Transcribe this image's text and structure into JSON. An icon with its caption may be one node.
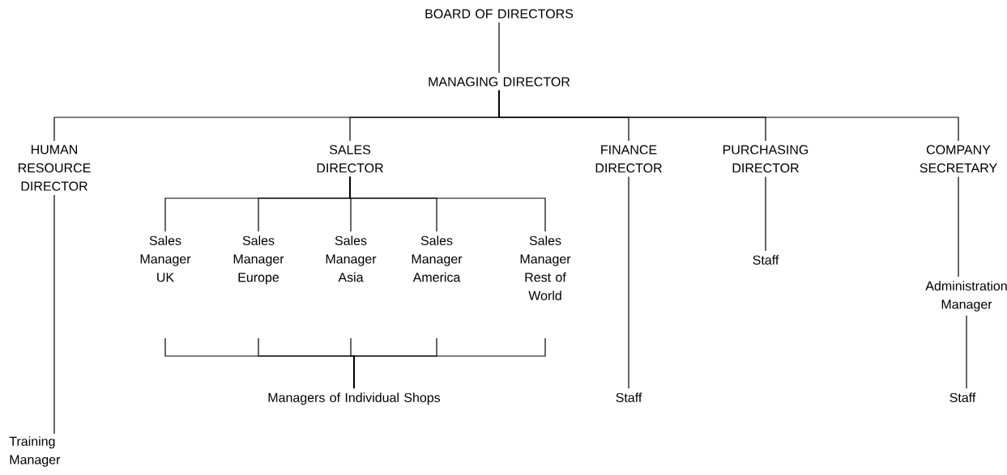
{
  "diagram": {
    "nodes": [
      {
        "text": [
          "BOARD OF DIRECTORS"
        ]
      },
      {
        "text": [
          "MANAGING DIRECTOR"
        ]
      },
      {
        "text": [
          "HUMAN RESOURCE DIRECTOR"
        ]
      },
      {
        "text": [
          "SALES DIRECTOR"
        ]
      },
      {
        "text": [
          "FINANCE DIRECTOR"
        ]
      },
      {
        "text": [
          "PURCHASING DIRECTOR"
        ]
      },
      {
        "text": [
          "COMPANY SECRETARY"
        ]
      },
      {
        "text": [
          "Training Manager"
        ]
      },
      {
        "text": [
          "Sales Manager UK"
        ]
      },
      {
        "text": [
          "Sales Manager Europe"
        ]
      },
      {
        "text": [
          "Sales Manager Asia"
        ]
      },
      {
        "text": [
          "Sales Manager America"
        ]
      },
      {
        "text": [
          "Sales Manager Rest of World"
        ]
      },
      {
        "text": [
          "Managers of Individual Shops"
        ]
      },
      {
        "text": [
          "Staff"
        ]
      },
      {
        "text": [
          "Staff"
        ]
      },
      {
        "text": [
          "Administration Manager"
        ]
      },
      {
        "text": [
          "Staff"
        ]
      }
    ],
    "edges": [
      {
        "from": 0,
        "to": 1,
        "arrow": "none"
      },
      {
        "from": 1,
        "to": 2,
        "arrow": "none"
      },
      {
        "from": 1,
        "to": 3,
        "arrow": "none"
      },
      {
        "from": 1,
        "to": 4,
        "arrow": "none"
      },
      {
        "from": 1,
        "to": 5,
        "arrow": "none"
      },
      {
        "from": 1,
        "to": 6,
        "arrow": "none"
      },
      {
        "from": 2,
        "to": 7,
        "arrow": "none"
      },
      {
        "from": 3,
        "to": 8,
        "arrow": "none"
      },
      {
        "from": 3,
        "to": 9,
        "arrow": "none"
      },
      {
        "from": 3,
        "to": 10,
        "arrow": "none"
      },
      {
        "from": 3,
        "to": 11,
        "arrow": "none"
      },
      {
        "from": 3,
        "to": 12,
        "arrow": "none"
      },
      {
        "from": 8,
        "to": 13,
        "arrow": "none"
      },
      {
        "from": 9,
        "to": 13,
        "arrow": "none"
      },
      {
        "from": 10,
        "to": 13,
        "arrow": "none"
      },
      {
        "from": 11,
        "to": 13,
        "arrow": "none"
      },
      {
        "from": 12,
        "to": 13,
        "arrow": "none"
      },
      {
        "from": 4,
        "to": 14,
        "arrow": "none"
      },
      {
        "from": 5,
        "to": 15,
        "arrow": "none"
      },
      {
        "from": 6,
        "to": 16,
        "arrow": "none"
      },
      {
        "from": 16,
        "to": 17,
        "arrow": "none"
      }
    ]
  }
}
